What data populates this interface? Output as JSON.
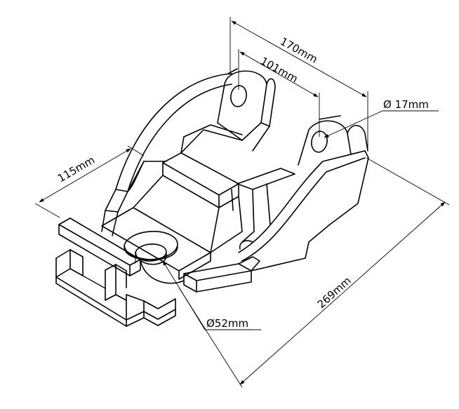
{
  "dimensions": {
    "length_total": "269mm",
    "width_total": "170mm",
    "pin_spacing": "101mm",
    "height": "115mm",
    "pin_hole_diameter": "Ø 17mm",
    "base_hole_diameter": "Ø52mm"
  }
}
